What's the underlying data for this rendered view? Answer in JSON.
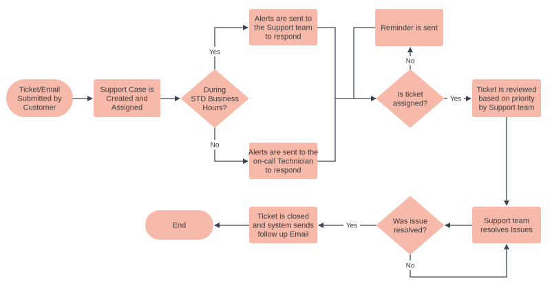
{
  "diagram": {
    "type": "flowchart",
    "colors": {
      "node_fill": "#f7b9a9",
      "line": "#3d4652",
      "text": "#3a3a3a",
      "background": "#ffffff"
    },
    "nodes": [
      {
        "id": "ticket_email",
        "shape": "terminal",
        "lines": [
          "Ticket/Email",
          "Submitted by",
          "Customer"
        ]
      },
      {
        "id": "support_case",
        "shape": "process",
        "lines": [
          "Support Case is",
          "Created and",
          "Assigned"
        ]
      },
      {
        "id": "business_hours",
        "shape": "decision",
        "lines": [
          "During",
          "STD Business",
          "Hours?"
        ]
      },
      {
        "id": "alerts_support",
        "shape": "process",
        "lines": [
          "Alerts are sent to",
          "the Support team",
          "to respond"
        ]
      },
      {
        "id": "alerts_oncall",
        "shape": "process",
        "lines": [
          "Alerts are sent to the",
          "on-call Technician",
          "to respond"
        ]
      },
      {
        "id": "reminder",
        "shape": "process",
        "lines": [
          "Reminder is sent"
        ]
      },
      {
        "id": "ticket_assigned",
        "shape": "decision",
        "lines": [
          "Is ticket",
          "assigned?"
        ]
      },
      {
        "id": "ticket_reviewed",
        "shape": "process",
        "lines": [
          "Ticket is reviewed",
          "based on priority",
          "by Support team"
        ]
      },
      {
        "id": "resolves_issues",
        "shape": "process",
        "lines": [
          "Support team",
          "resolves Issues"
        ]
      },
      {
        "id": "issue_resolved",
        "shape": "decision",
        "lines": [
          "Was issue",
          "resolved?"
        ]
      },
      {
        "id": "ticket_closed",
        "shape": "process",
        "lines": [
          "Ticket is closed",
          "and system sends",
          "follow up Email"
        ]
      },
      {
        "id": "end",
        "shape": "terminal",
        "lines": [
          "End"
        ]
      }
    ],
    "edges": [
      {
        "from": "ticket_email",
        "to": "support_case",
        "label": ""
      },
      {
        "from": "support_case",
        "to": "business_hours",
        "label": ""
      },
      {
        "from": "business_hours",
        "to": "alerts_support",
        "label": "Yes"
      },
      {
        "from": "business_hours",
        "to": "alerts_oncall",
        "label": "No"
      },
      {
        "from": "alerts_support",
        "to": "ticket_assigned",
        "label": ""
      },
      {
        "from": "alerts_oncall",
        "to": "ticket_assigned",
        "label": ""
      },
      {
        "from": "reminder",
        "to": "ticket_assigned",
        "label": ""
      },
      {
        "from": "ticket_assigned",
        "to": "reminder",
        "label": "No"
      },
      {
        "from": "ticket_assigned",
        "to": "ticket_reviewed",
        "label": "Yes"
      },
      {
        "from": "ticket_reviewed",
        "to": "resolves_issues",
        "label": ""
      },
      {
        "from": "resolves_issues",
        "to": "issue_resolved",
        "label": ""
      },
      {
        "from": "issue_resolved",
        "to": "ticket_closed",
        "label": "Yes"
      },
      {
        "from": "issue_resolved",
        "to": "resolves_issues",
        "label": "No"
      },
      {
        "from": "ticket_closed",
        "to": "end",
        "label": ""
      }
    ]
  }
}
